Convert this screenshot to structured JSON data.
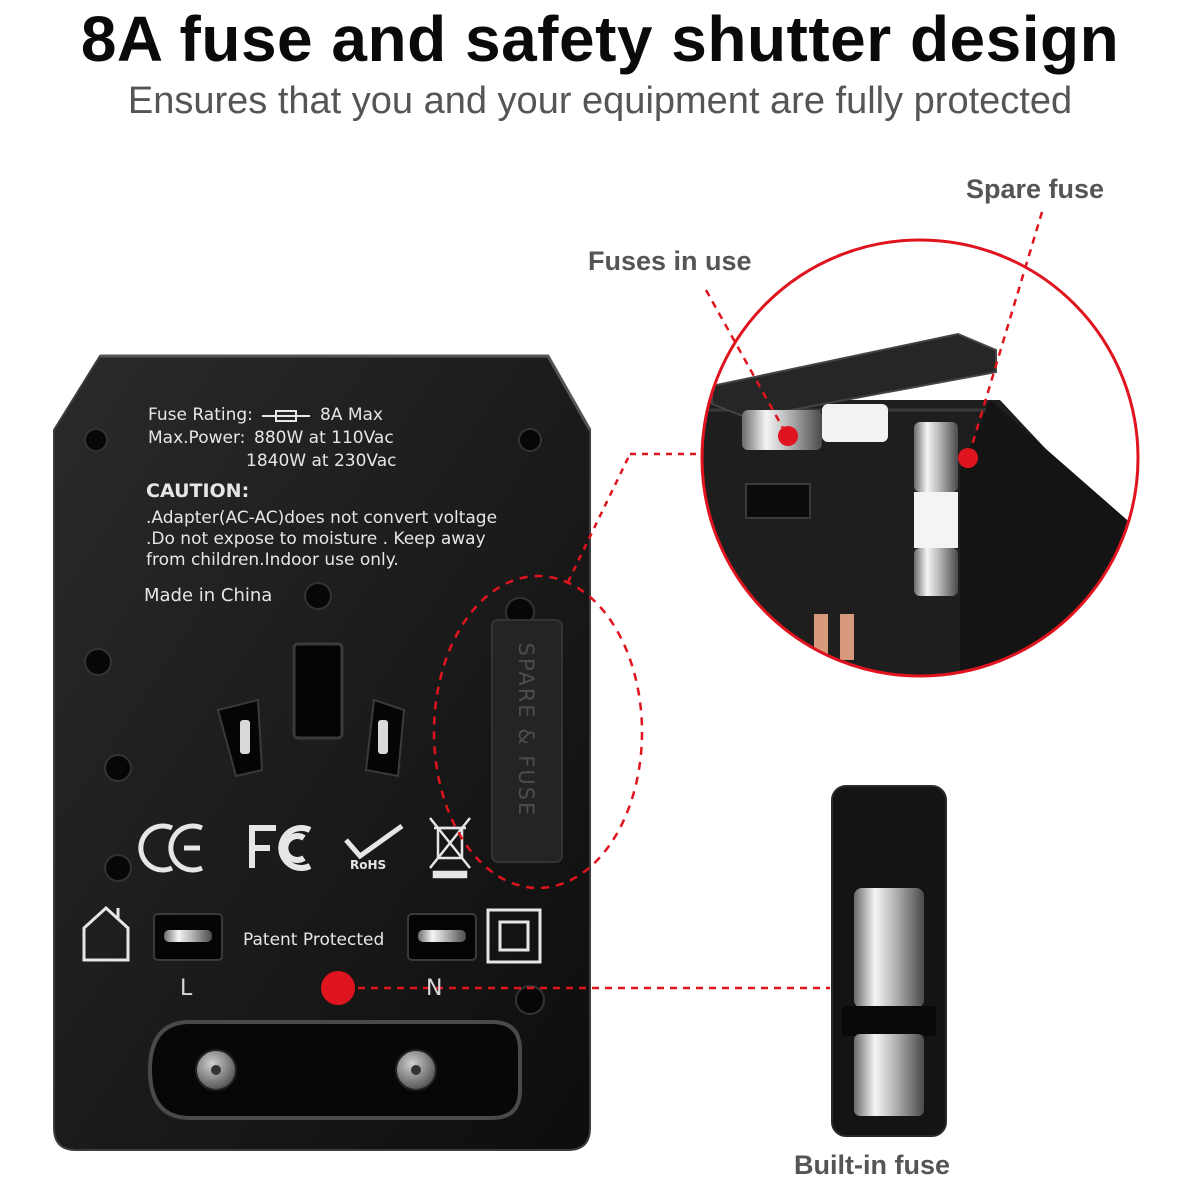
{
  "header": {
    "title": "8A fuse and safety shutter design",
    "subtitle": "Ensures that you and your equipment are fully protected"
  },
  "callouts": {
    "spare_fuse": "Spare fuse",
    "fuses_in_use": "Fuses in use",
    "built_in_fuse": "Built-in fuse"
  },
  "adapter_label": {
    "fuse_rating": "Fuse Rating:",
    "fuse_rating_value": "8A Max",
    "max_power": "Max.Power:",
    "power_110": "880W at 110Vac",
    "power_230": "1840W at 230Vac",
    "caution_title": "CAUTION:",
    "caution_lines": [
      ".Adapter(AC-AC)does not convert voltage",
      ".Do not expose to moisture . Keep away",
      "from children.Indoor use only."
    ],
    "origin": "Made in China",
    "patent": "Patent Protected",
    "live": "L",
    "neutral": "N",
    "rohs": "RoHS",
    "compartment_label": "SPARE & FUSE"
  },
  "colors": {
    "accent_red": "#e0141e",
    "body_black": "#141414",
    "callout_gray": "#555555"
  },
  "icons": [
    "ce-mark-icon",
    "fcc-mark-icon",
    "rohs-icon",
    "weee-bin-icon",
    "home-icon",
    "double-insulation-icon",
    "fuse-icon"
  ]
}
